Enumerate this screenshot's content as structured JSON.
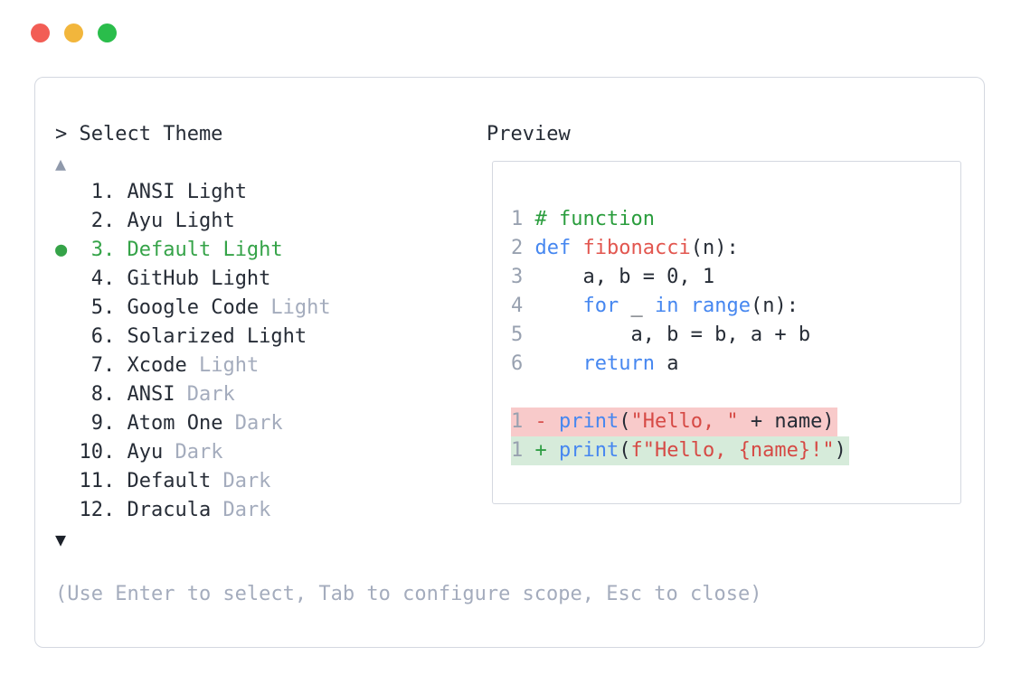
{
  "colors": {
    "accent_selected": "#35a348",
    "keyword": "#4687f0",
    "function_name": "#e2564f",
    "string": "#d64a45",
    "comment": "#2a9d3d",
    "code_text": "#262c36",
    "line_number": "#98a1b0",
    "muted_text": "#a4acbd",
    "scroll_up": "#8f99ab",
    "scroll_down": "#1c212a",
    "panel_border": "#d4d8e0",
    "diff_del_bg": "#f8caca",
    "diff_add_bg": "#d6ebda",
    "diff_del_marker": "#d9534f",
    "diff_add_marker": "#2f9e44"
  },
  "window": {
    "traffic_lights": [
      {
        "name": "close",
        "color": "#f25d55"
      },
      {
        "name": "minimize",
        "color": "#f2b63c"
      },
      {
        "name": "zoom",
        "color": "#2abd4b"
      }
    ]
  },
  "theme_picker": {
    "prompt": "> Select Theme",
    "scroll_up_icon": "▲",
    "scroll_down_icon": "▼",
    "selected_bullet": "●",
    "items": [
      {
        "number": "1",
        "label": "ANSI Light",
        "suffix": "",
        "suffix_muted": false,
        "selected": false
      },
      {
        "number": "2",
        "label": "Ayu Light",
        "suffix": "",
        "suffix_muted": false,
        "selected": false
      },
      {
        "number": "3",
        "label": "Default Light",
        "suffix": "",
        "suffix_muted": false,
        "selected": true
      },
      {
        "number": "4",
        "label": "GitHub Light",
        "suffix": "",
        "suffix_muted": false,
        "selected": false
      },
      {
        "number": "5",
        "label": "Google Code",
        "suffix": "Light",
        "suffix_muted": true,
        "selected": false
      },
      {
        "number": "6",
        "label": "Solarized Light",
        "suffix": "",
        "suffix_muted": false,
        "selected": false
      },
      {
        "number": "7",
        "label": "Xcode",
        "suffix": "Light",
        "suffix_muted": true,
        "selected": false
      },
      {
        "number": "8",
        "label": "ANSI",
        "suffix": "Dark",
        "suffix_muted": true,
        "selected": false
      },
      {
        "number": "9",
        "label": "Atom One",
        "suffix": "Dark",
        "suffix_muted": true,
        "selected": false
      },
      {
        "number": "10",
        "label": "Ayu",
        "suffix": "Dark",
        "suffix_muted": true,
        "selected": false
      },
      {
        "number": "11",
        "label": "Default",
        "suffix": "Dark",
        "suffix_muted": true,
        "selected": false
      },
      {
        "number": "12",
        "label": "Dracula",
        "suffix": "Dark",
        "suffix_muted": true,
        "selected": false
      }
    ],
    "hint": "(Use Enter to select, Tab to configure scope, Esc to close)"
  },
  "preview": {
    "title": "Preview",
    "code": {
      "lines": [
        {
          "num": "1",
          "diff": null,
          "tokens": [
            [
              "# function",
              "com"
            ]
          ]
        },
        {
          "num": "2",
          "diff": null,
          "tokens": [
            [
              "def",
              "kw"
            ],
            [
              " ",
              "pl"
            ],
            [
              "fibonacci",
              "fn"
            ],
            [
              "(n):",
              "pl"
            ]
          ]
        },
        {
          "num": "3",
          "diff": null,
          "tokens": [
            [
              "    a, b = 0, 1",
              "pl"
            ]
          ]
        },
        {
          "num": "4",
          "diff": null,
          "tokens": [
            [
              "    ",
              "pl"
            ],
            [
              "for",
              "kw"
            ],
            [
              " _ ",
              "pl"
            ],
            [
              "in",
              "kw"
            ],
            [
              " ",
              "pl"
            ],
            [
              "range",
              "kw"
            ],
            [
              "(n):",
              "pl"
            ]
          ]
        },
        {
          "num": "5",
          "diff": null,
          "tokens": [
            [
              "        a, b = b, a + b",
              "pl"
            ]
          ]
        },
        {
          "num": "6",
          "diff": null,
          "tokens": [
            [
              "    ",
              "pl"
            ],
            [
              "return",
              "kw"
            ],
            [
              " a",
              "pl"
            ]
          ]
        },
        {
          "blank": true
        },
        {
          "num": "1",
          "diff": "del",
          "tokens": [
            [
              "- ",
              "delm"
            ],
            [
              "print",
              "kw"
            ],
            [
              "(",
              "pl"
            ],
            [
              "\"Hello, \"",
              "str"
            ],
            [
              " + name)",
              "pl"
            ]
          ]
        },
        {
          "num": "1",
          "diff": "add",
          "tokens": [
            [
              "+ ",
              "addm"
            ],
            [
              "print",
              "kw"
            ],
            [
              "(",
              "pl"
            ],
            [
              "f\"Hello, {name}!\"",
              "str"
            ],
            [
              ")",
              "pl"
            ]
          ]
        }
      ]
    }
  }
}
